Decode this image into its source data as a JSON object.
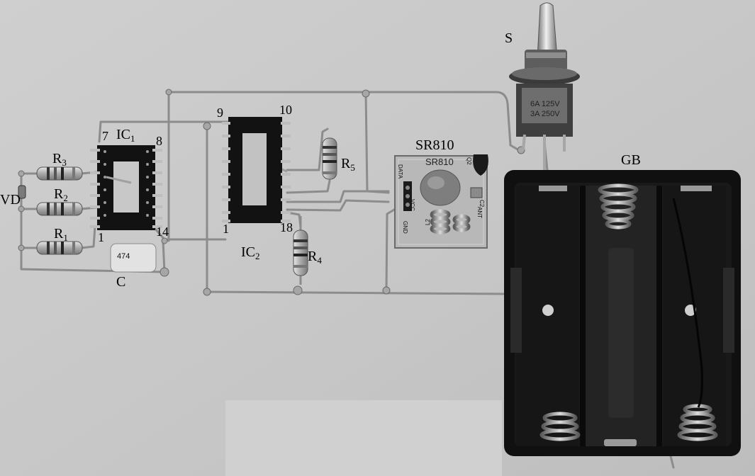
{
  "labels": {
    "vd": "VD",
    "r1": {
      "main": "R",
      "sub": "1"
    },
    "r2": {
      "main": "R",
      "sub": "2"
    },
    "r3": {
      "main": "R",
      "sub": "3"
    },
    "r4": {
      "main": "R",
      "sub": "4"
    },
    "r5": {
      "main": "R",
      "sub": "5"
    },
    "c": "C",
    "ic1": {
      "main": "IC",
      "sub": "1"
    },
    "ic2": {
      "main": "IC",
      "sub": "2"
    },
    "ic1_pin7": "7",
    "ic1_pin8": "8",
    "ic1_pin1": "1",
    "ic1_pin14": "14",
    "ic2_pin9": "9",
    "ic2_pin10": "10",
    "ic2_pin1": "1",
    "ic2_pin18": "18",
    "module": "SR810",
    "switch": "S",
    "battery": "GB"
  },
  "component_marks": {
    "capacitor_code": "474",
    "module_print": "SR810",
    "module_data": "DATA",
    "module_vcc": "VCC",
    "module_gnd": "GND",
    "module_ant": "ANT",
    "module_l2": "L2",
    "module_c2": "C2",
    "module_q2": "Q2"
  }
}
